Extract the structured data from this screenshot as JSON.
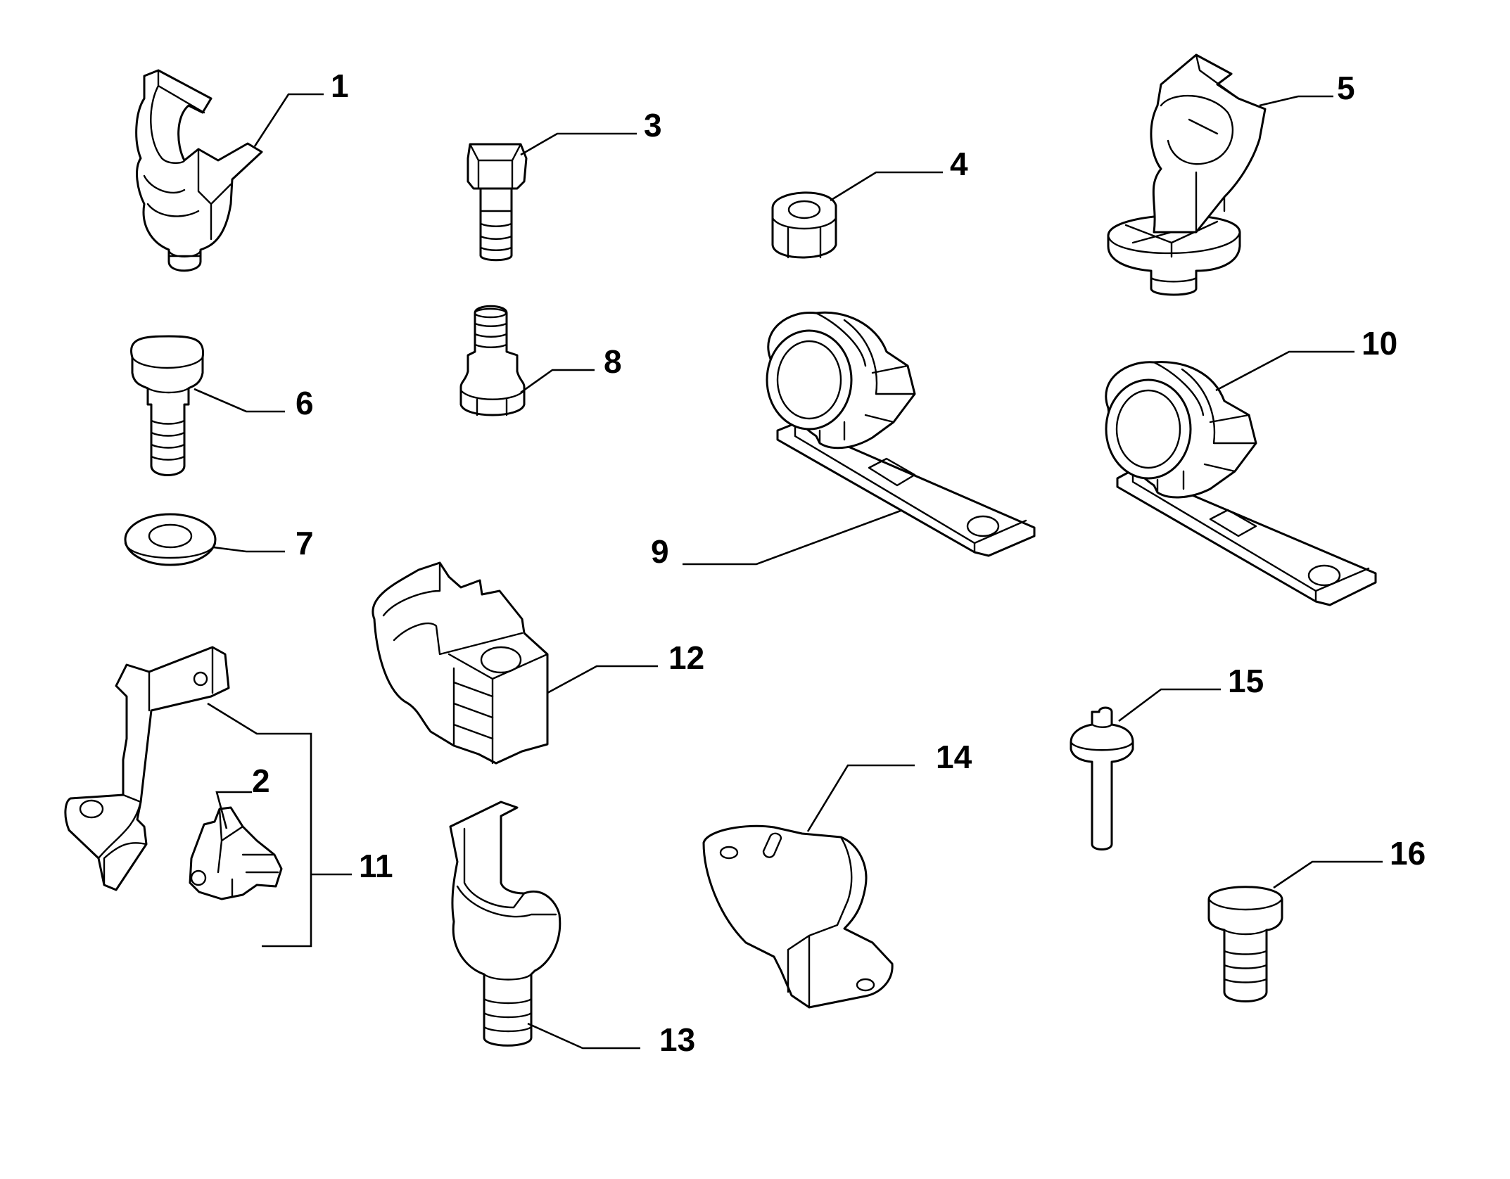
{
  "diagram": {
    "callouts": [
      {
        "id": "1",
        "label": "1"
      },
      {
        "id": "2",
        "label": "2"
      },
      {
        "id": "3",
        "label": "3"
      },
      {
        "id": "4",
        "label": "4"
      },
      {
        "id": "5",
        "label": "5"
      },
      {
        "id": "6",
        "label": "6"
      },
      {
        "id": "7",
        "label": "7"
      },
      {
        "id": "8",
        "label": "8"
      },
      {
        "id": "9",
        "label": "9"
      },
      {
        "id": "10",
        "label": "10"
      },
      {
        "id": "11",
        "label": "11"
      },
      {
        "id": "12",
        "label": "12"
      },
      {
        "id": "13",
        "label": "13"
      },
      {
        "id": "14",
        "label": "14"
      },
      {
        "id": "15",
        "label": "15"
      },
      {
        "id": "16",
        "label": "16"
      }
    ],
    "parts": [
      {
        "callout": "1",
        "icon": "pipe-clip-icon"
      },
      {
        "callout": "2",
        "icon": "small-clip-icon"
      },
      {
        "callout": "3",
        "icon": "hex-bolt-icon"
      },
      {
        "callout": "4",
        "icon": "hex-nut-icon"
      },
      {
        "callout": "5",
        "icon": "base-mounted-clip-icon"
      },
      {
        "callout": "6",
        "icon": "stud-bolt-icon"
      },
      {
        "callout": "7",
        "icon": "washer-icon"
      },
      {
        "callout": "8",
        "icon": "threaded-stud-icon"
      },
      {
        "callout": "9",
        "icon": "pipe-clamp-with-strap-icon"
      },
      {
        "callout": "10",
        "icon": "pipe-clamp-with-strap-icon"
      },
      {
        "callout": "11",
        "icon": "bracket-icon"
      },
      {
        "callout": "12",
        "icon": "double-clip-icon"
      },
      {
        "callout": "13",
        "icon": "pipe-clip-pin-icon"
      },
      {
        "callout": "14",
        "icon": "mounting-plate-icon"
      },
      {
        "callout": "15",
        "icon": "push-pin-icon"
      },
      {
        "callout": "16",
        "icon": "short-bolt-icon"
      }
    ],
    "line_color": "#000000",
    "background": "#ffffff"
  }
}
